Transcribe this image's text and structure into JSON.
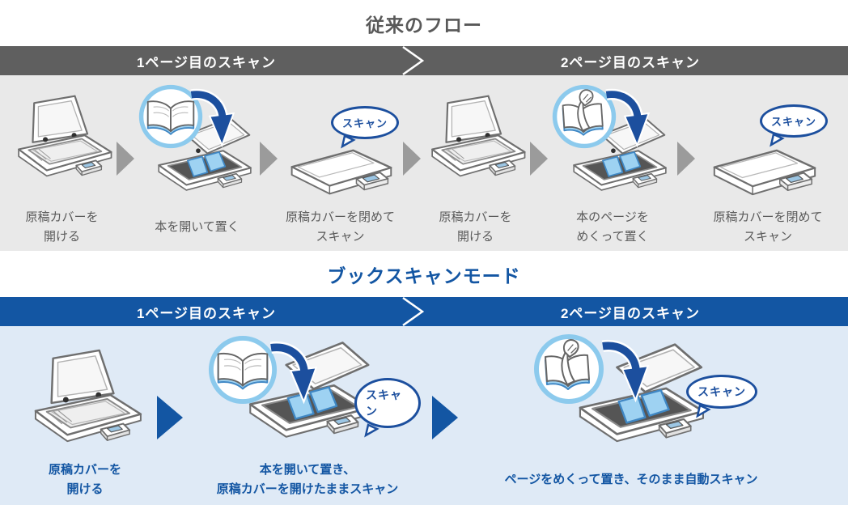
{
  "colors": {
    "heading_gray": "#595959",
    "bar_gray": "#5f5f5f",
    "panel_gray": "#e9e9e9",
    "arrow_gray": "#9b9b9b",
    "brand_blue": "#1356a3",
    "panel_blue": "#dfeaf6",
    "badge_ring_blue": "#8ccaed",
    "book_page_blue": "#9ed2f2",
    "bubble_blue": "#1c4f9e"
  },
  "traditional": {
    "title": "従来のフロー",
    "headers": [
      {
        "label": "1ページ目のスキャン"
      },
      {
        "label": "2ページ目のスキャン"
      }
    ],
    "steps": [
      {
        "icon": "open-scanner",
        "caption": "原稿カバーを\n開ける"
      },
      {
        "icon": "open-book-place",
        "caption": "本を開いて置く"
      },
      {
        "icon": "closed-scanner-scan",
        "bubble": "スキャン",
        "caption": "原稿カバーを閉めて\nスキャン"
      },
      {
        "icon": "open-scanner",
        "caption": "原稿カバーを\n開ける"
      },
      {
        "icon": "page-turn-place",
        "caption": "本のページを\nめくって置く"
      },
      {
        "icon": "closed-scanner-scan",
        "bubble": "スキャン",
        "caption": "原稿カバーを閉めて\nスキャン"
      }
    ]
  },
  "bookscan": {
    "title": "ブックスキャンモード",
    "headers": [
      {
        "label": "1ページ目のスキャン"
      },
      {
        "label": "2ページ目のスキャン"
      }
    ],
    "steps": [
      {
        "icon": "open-scanner",
        "caption": "原稿カバーを\n開ける"
      },
      {
        "icon": "open-book-scan",
        "bubble": "スキャン",
        "caption": "本を開いて置き、\n原稿カバーを開けたままスキャン"
      },
      {
        "icon": "page-turn-scan",
        "bubble": "スキャン",
        "caption": "ページをめくって置き、そのまま自動スキャン"
      }
    ]
  }
}
